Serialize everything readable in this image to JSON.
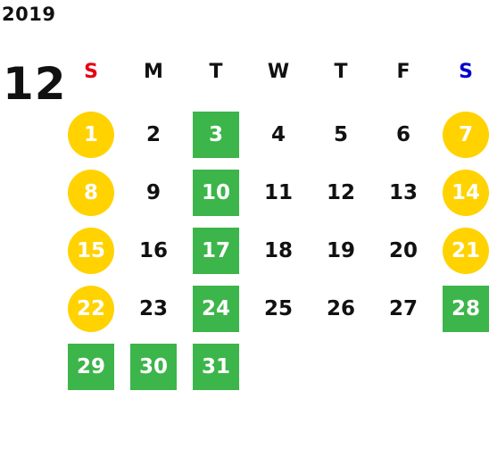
{
  "year": "2019",
  "month": "12",
  "weekdays": [
    "S",
    "M",
    "T",
    "W",
    "T",
    "F",
    "S"
  ],
  "colors": {
    "sunday": "#e60012",
    "saturday": "#0000cc",
    "weekday": "#111111",
    "green": "#3cb54a",
    "yellow": "#ffd200"
  },
  "days": [
    {
      "day": "1",
      "col": 0,
      "row": 0,
      "style": "yellow"
    },
    {
      "day": "2",
      "col": 1,
      "row": 0,
      "style": "plain"
    },
    {
      "day": "3",
      "col": 2,
      "row": 0,
      "style": "green"
    },
    {
      "day": "4",
      "col": 3,
      "row": 0,
      "style": "plain"
    },
    {
      "day": "5",
      "col": 4,
      "row": 0,
      "style": "plain"
    },
    {
      "day": "6",
      "col": 5,
      "row": 0,
      "style": "plain"
    },
    {
      "day": "7",
      "col": 6,
      "row": 0,
      "style": "yellow"
    },
    {
      "day": "8",
      "col": 0,
      "row": 1,
      "style": "yellow"
    },
    {
      "day": "9",
      "col": 1,
      "row": 1,
      "style": "plain"
    },
    {
      "day": "10",
      "col": 2,
      "row": 1,
      "style": "green"
    },
    {
      "day": "11",
      "col": 3,
      "row": 1,
      "style": "plain"
    },
    {
      "day": "12",
      "col": 4,
      "row": 1,
      "style": "plain"
    },
    {
      "day": "13",
      "col": 5,
      "row": 1,
      "style": "plain"
    },
    {
      "day": "14",
      "col": 6,
      "row": 1,
      "style": "yellow"
    },
    {
      "day": "15",
      "col": 0,
      "row": 2,
      "style": "yellow"
    },
    {
      "day": "16",
      "col": 1,
      "row": 2,
      "style": "plain"
    },
    {
      "day": "17",
      "col": 2,
      "row": 2,
      "style": "green"
    },
    {
      "day": "18",
      "col": 3,
      "row": 2,
      "style": "plain"
    },
    {
      "day": "19",
      "col": 4,
      "row": 2,
      "style": "plain"
    },
    {
      "day": "20",
      "col": 5,
      "row": 2,
      "style": "plain"
    },
    {
      "day": "21",
      "col": 6,
      "row": 2,
      "style": "yellow"
    },
    {
      "day": "22",
      "col": 0,
      "row": 3,
      "style": "yellow"
    },
    {
      "day": "23",
      "col": 1,
      "row": 3,
      "style": "plain"
    },
    {
      "day": "24",
      "col": 2,
      "row": 3,
      "style": "green"
    },
    {
      "day": "25",
      "col": 3,
      "row": 3,
      "style": "plain"
    },
    {
      "day": "26",
      "col": 4,
      "row": 3,
      "style": "plain"
    },
    {
      "day": "27",
      "col": 5,
      "row": 3,
      "style": "plain"
    },
    {
      "day": "28",
      "col": 6,
      "row": 3,
      "style": "green"
    },
    {
      "day": "29",
      "col": 0,
      "row": 4,
      "style": "green"
    },
    {
      "day": "30",
      "col": 1,
      "row": 4,
      "style": "green"
    },
    {
      "day": "31",
      "col": 2,
      "row": 4,
      "style": "green"
    }
  ]
}
